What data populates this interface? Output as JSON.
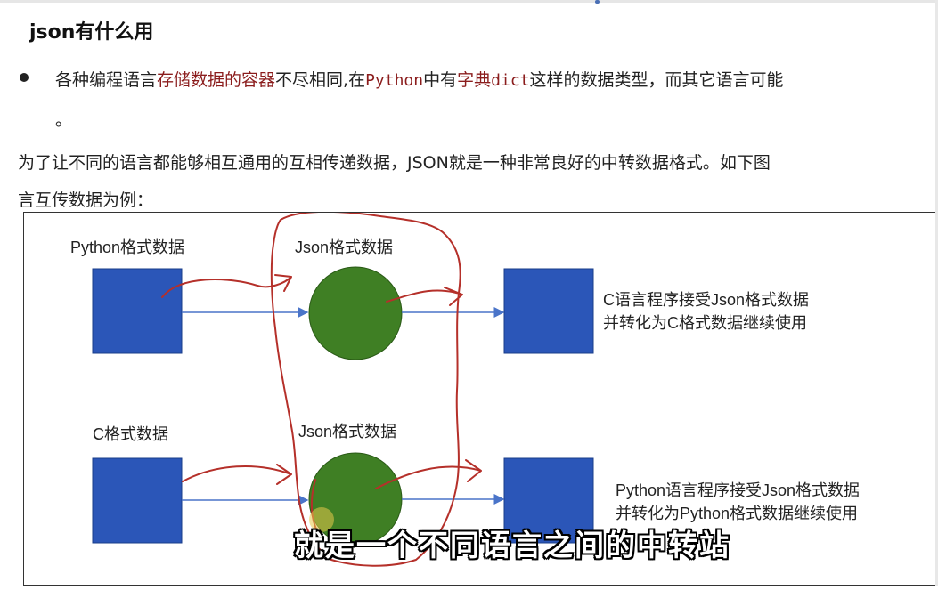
{
  "heading": "json有什么用",
  "bullet_line": {
    "prefix": "各种编程语言",
    "highlight1": "存储数据的容器",
    "mid1": "不尽相同,在",
    "python": "Python",
    "mid2": "中有",
    "highlight2": "字典",
    "dict": "dict",
    "suffix": "这样的数据类型，而其它语言可能"
  },
  "bullet_line2": "。",
  "paragraph": {
    "line1": "为了让不同的语言都能够相互通用的互相传递数据，JSON就是一种非常良好的中转数据格式。如下图",
    "line2": "言互传数据为例："
  },
  "diagram": {
    "row1": {
      "source_label": "Python格式数据",
      "middle_label": "Json格式数据",
      "target_text_line1": "C语言程序接受Json格式数据",
      "target_text_line2": "并转化为C格式数据继续使用"
    },
    "row2": {
      "source_label": "C格式数据",
      "middle_label": "Json格式数据",
      "target_text_line1": "Python语言程序接受Json格式数据",
      "target_text_line2": "并转化为Python格式数据继续使用"
    }
  },
  "subtitle": "就是一个不同语言之间的中转站",
  "colors": {
    "box_blue": "#2b56b8",
    "circle_green": "#3f7f24",
    "arrow_blue": "#4a74c9",
    "annotation_red": "#b5302a",
    "highlight_text": "#8b1d1d"
  }
}
